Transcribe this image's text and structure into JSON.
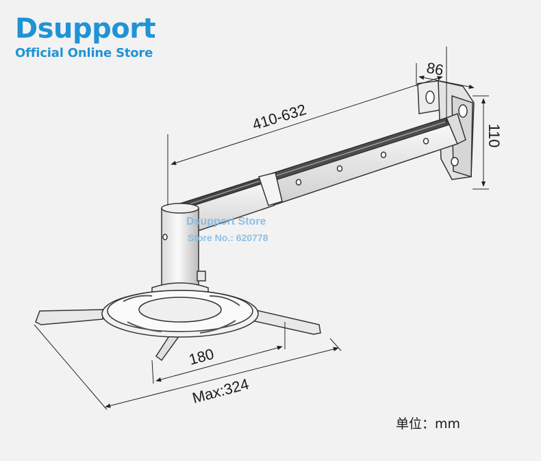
{
  "brand": {
    "name": "Dsupport",
    "subtitle": "Official Online Store",
    "accent": "#1f93d6"
  },
  "watermark": {
    "line1": "Dsupport Store",
    "line2": "Store No.: 620778"
  },
  "dimensions": {
    "arm_length": "410-632",
    "bracket_depth": "86",
    "bracket_height": "110",
    "plate_span": "180",
    "max_span": "Max:324"
  },
  "unit_label": "单位：mm"
}
